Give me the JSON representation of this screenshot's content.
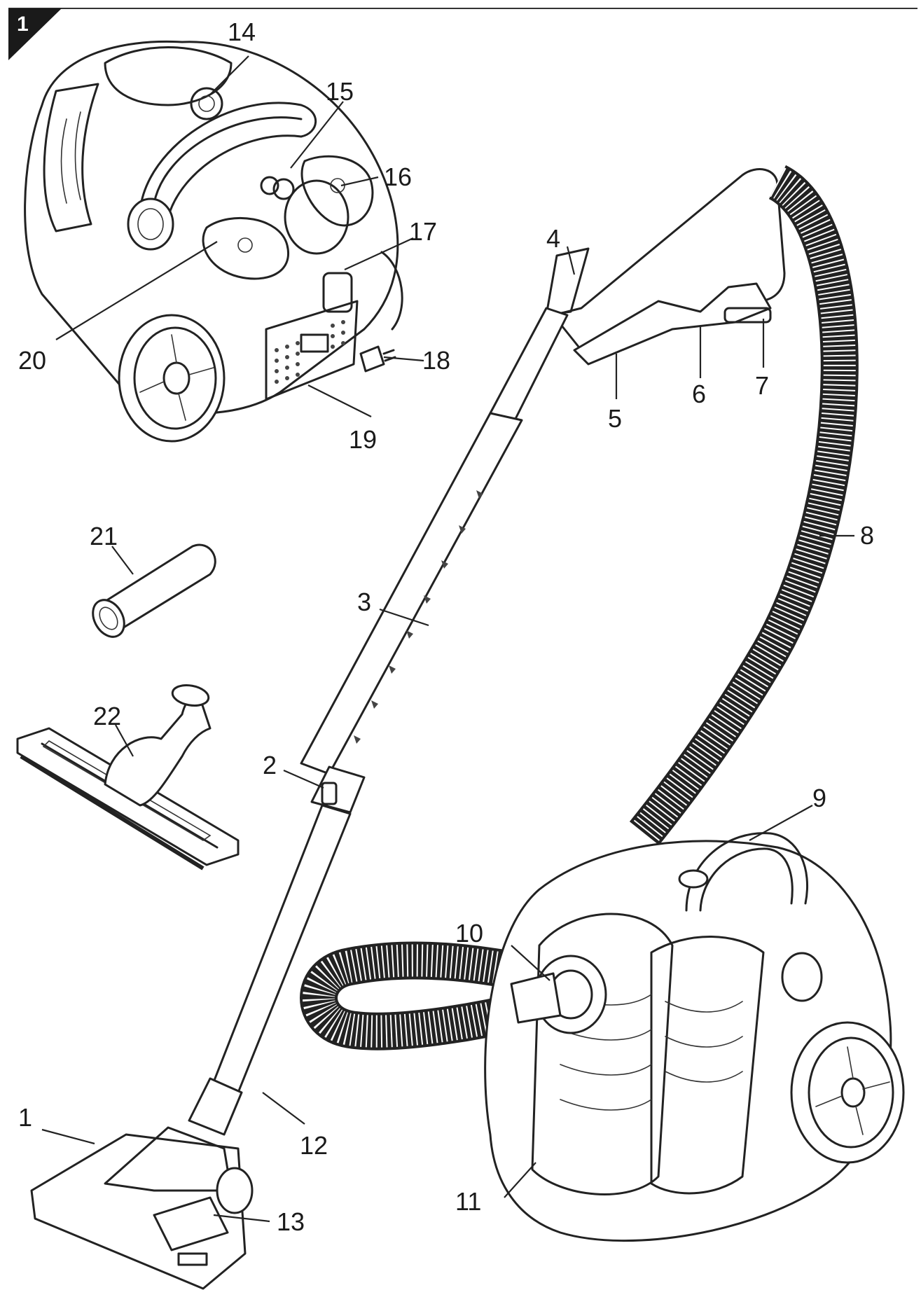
{
  "figure_number": "1",
  "callouts": [
    {
      "id": "1",
      "label": "1"
    },
    {
      "id": "2",
      "label": "2"
    },
    {
      "id": "3",
      "label": "3"
    },
    {
      "id": "4",
      "label": "4"
    },
    {
      "id": "5",
      "label": "5"
    },
    {
      "id": "6",
      "label": "6"
    },
    {
      "id": "7",
      "label": "7"
    },
    {
      "id": "8",
      "label": "8"
    },
    {
      "id": "9",
      "label": "9"
    },
    {
      "id": "10",
      "label": "10"
    },
    {
      "id": "11",
      "label": "11"
    },
    {
      "id": "12",
      "label": "12"
    },
    {
      "id": "13",
      "label": "13"
    },
    {
      "id": "14",
      "label": "14"
    },
    {
      "id": "15",
      "label": "15"
    },
    {
      "id": "16",
      "label": "16"
    },
    {
      "id": "17",
      "label": "17"
    },
    {
      "id": "18",
      "label": "18"
    },
    {
      "id": "19",
      "label": "19"
    },
    {
      "id": "20",
      "label": "20"
    },
    {
      "id": "21",
      "label": "21"
    },
    {
      "id": "22",
      "label": "22"
    }
  ]
}
